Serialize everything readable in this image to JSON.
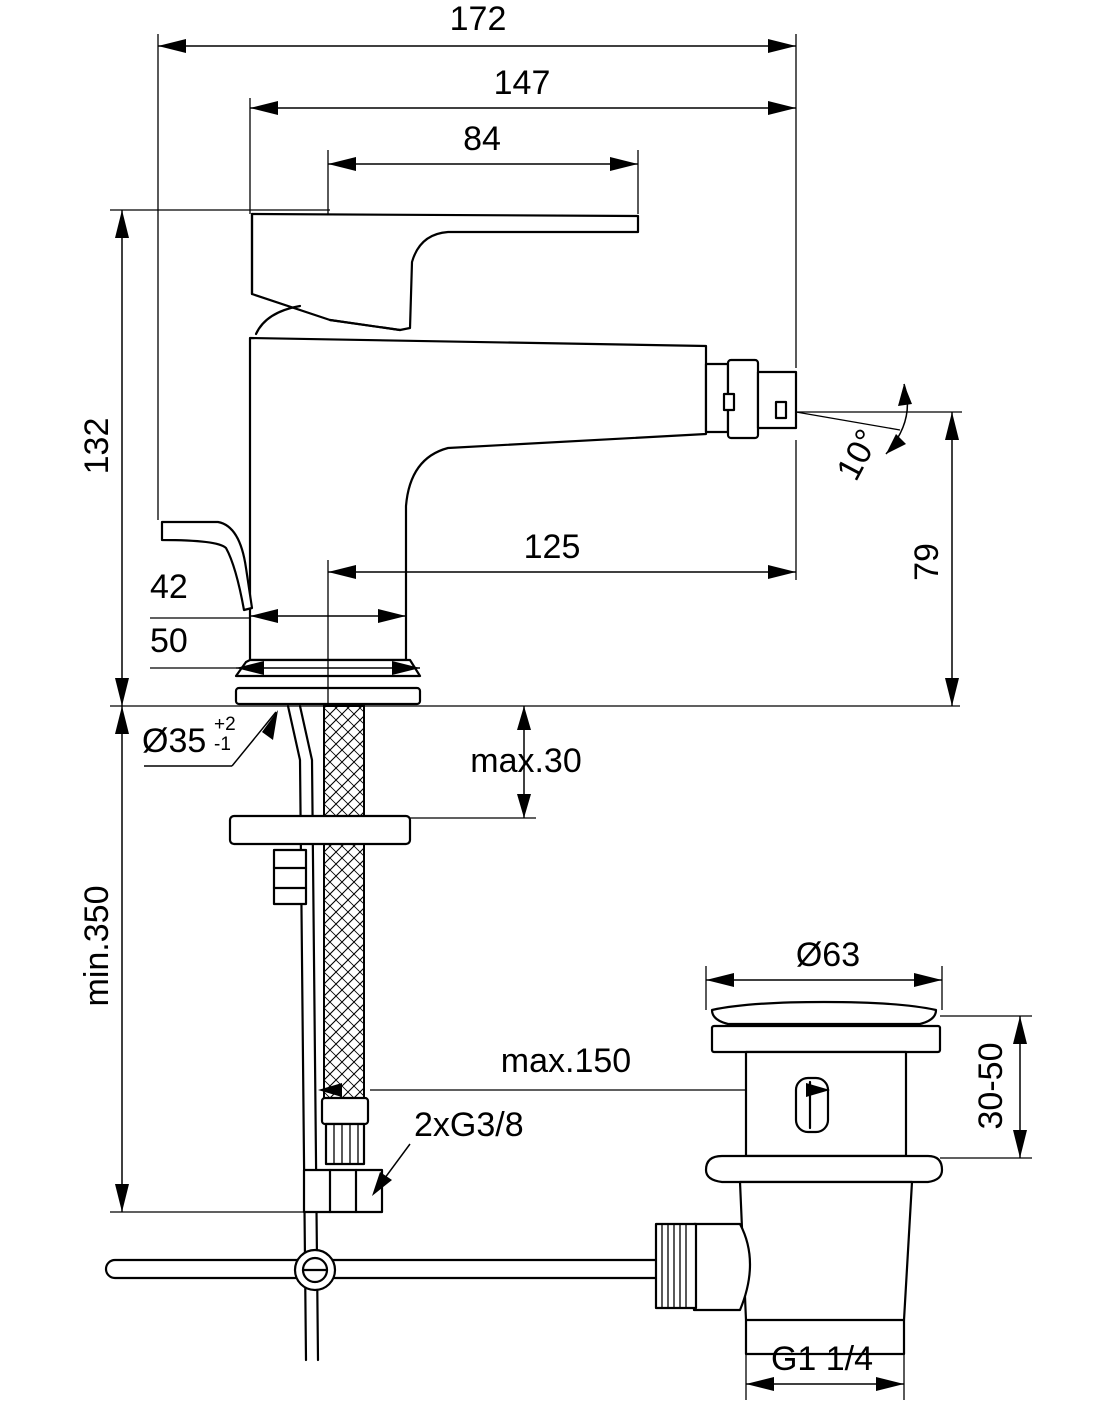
{
  "dimensions": {
    "overall_width": "172",
    "spout_reach": "147",
    "lever_length": "84",
    "height": "132",
    "spray_angle": "10°",
    "outlet_height": "79",
    "outlet_projection": "125",
    "base_offset_42": "42",
    "base_width_50": "50",
    "hole_diameter": "Ø35",
    "hole_tolerance_upper": "+2",
    "hole_tolerance_lower": "-1",
    "max_deck": "max.30",
    "min_hose": "min.350",
    "max_hose": "max.150",
    "connection": "2xG3/8",
    "waste_diameter": "Ø63",
    "waste_range": "30-50",
    "waste_thread": "G1 1/4"
  }
}
